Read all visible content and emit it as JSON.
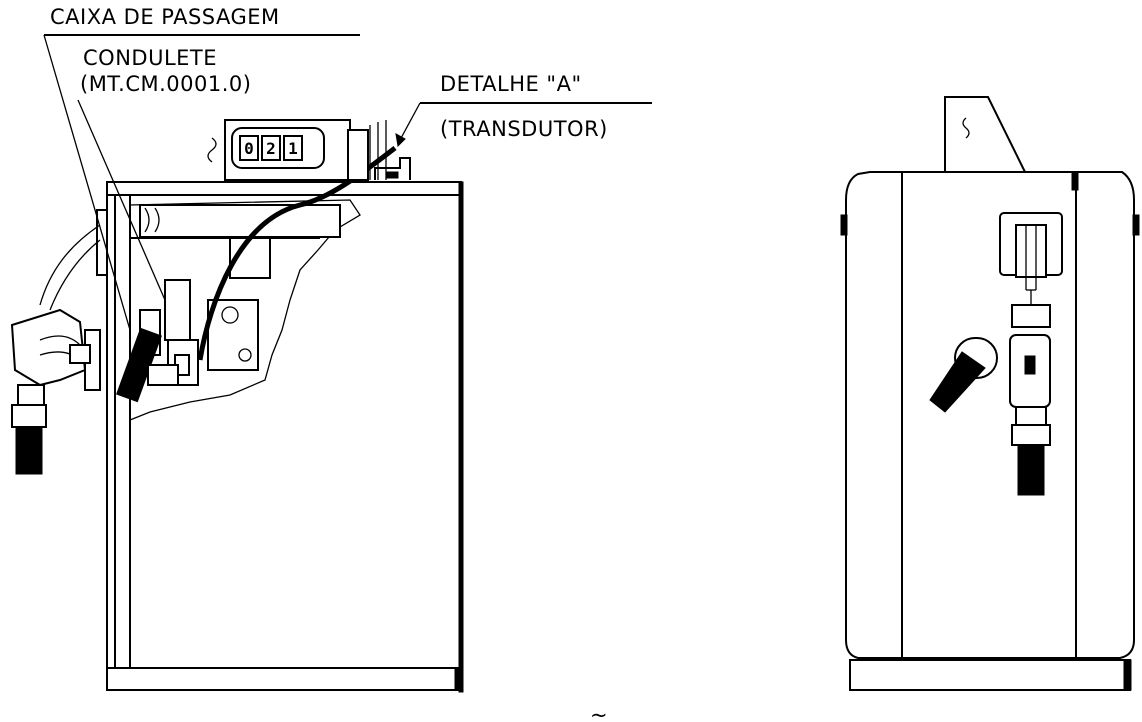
{
  "labels": {
    "junction_box": "CAIXA DE PASSAGEM",
    "conduit_fitting": "CONDULETE",
    "conduit_ref": "(MT.CM.0001.0)",
    "detail_a": "DETALHE \"A\"",
    "transducer": "(TRANSDUTOR)"
  },
  "counter": {
    "digits": [
      "0",
      "2",
      "1"
    ]
  },
  "caption_fragment": "~"
}
